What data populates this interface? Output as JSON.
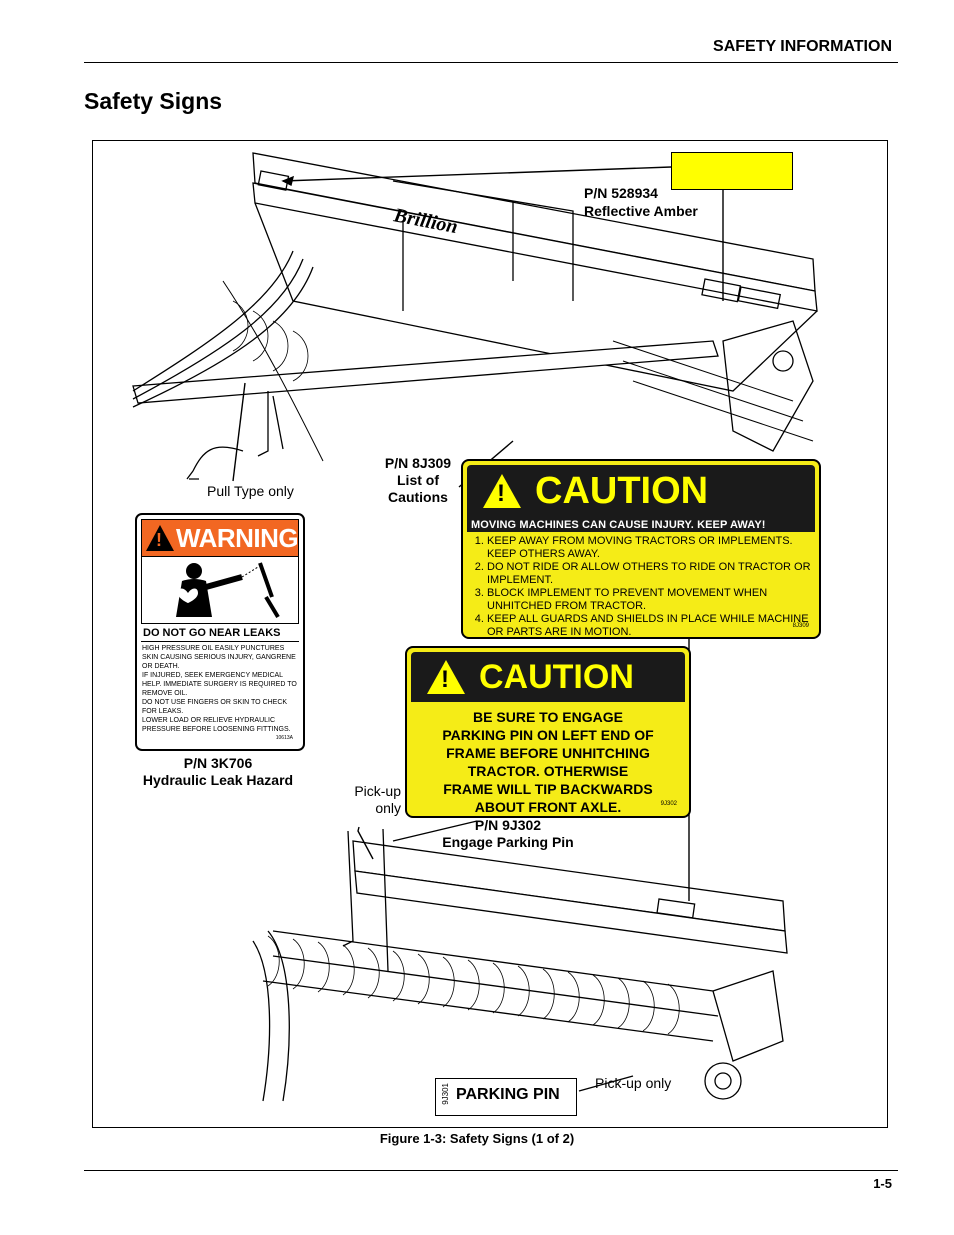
{
  "header": {
    "section": "SAFETY INFORMATION"
  },
  "page_title": "Safety Signs",
  "figure": {
    "labels": {
      "amber_pn": "P/N 528934",
      "amber_desc": "Reflective Amber",
      "list_pn": "P/N 8J309",
      "list_l1": "List of",
      "list_l2": "Cautions",
      "pull_type": "Pull Type only",
      "warn_pn": "P/N 3K706",
      "warn_desc": "Hydraulic Leak Hazard",
      "pickup_top_l1": "Pick-up",
      "pickup_top_l2": "only",
      "park_pn": "P/N 9J302",
      "park_desc": "Engage Parking Pin",
      "pickup_bottom": "Pick-up only",
      "brand": "Brillion"
    },
    "caution_list": {
      "title": "CAUTION",
      "headline": "MOVING MACHINES CAN CAUSE INJURY.    KEEP AWAY!",
      "items": [
        "KEEP AWAY FROM MOVING TRACTORS OR IMPLEMENTS. KEEP OTHERS AWAY.",
        "DO NOT RIDE OR ALLOW OTHERS TO RIDE ON TRACTOR OR IMPLEMENT.",
        "BLOCK IMPLEMENT TO PREVENT MOVEMENT WHEN UNHITCHED FROM TRACTOR.",
        "KEEP ALL GUARDS AND SHIELDS IN PLACE WHILE MACHINE OR PARTS ARE IN MOTION."
      ],
      "code": "8J309"
    },
    "caution_parking": {
      "title": "CAUTION",
      "l1": "BE SURE TO ENGAGE",
      "l2": "PARKING PIN ON LEFT END OF",
      "l3": "FRAME BEFORE UNHITCHING",
      "l4": "TRACTOR.  OTHERWISE",
      "l5": "FRAME WILL TIP BACKWARDS",
      "l6": "ABOUT FRONT AXLE.",
      "code": "9J302"
    },
    "warning": {
      "title": "WARNING",
      "subtitle": "DO NOT GO NEAR LEAKS",
      "p1": "HIGH PRESSURE OIL EASILY PUNCTURES SKIN CAUSING SERIOUS INJURY, GANGRENE OR DEATH.",
      "p2": "IF INJURED, SEEK EMERGENCY MEDICAL HELP. IMMEDIATE SURGERY IS REQUIRED TO REMOVE OIL.",
      "p3": "DO NOT USE FINGERS OR SKIN TO CHECK FOR LEAKS.",
      "p4": "LOWER LOAD OR RELIEVE HYDRAULIC PRESSURE BEFORE LOOSENING FITTINGS.",
      "code": "10613A"
    },
    "parking_pin": {
      "code": "9J301",
      "label": "PARKING PIN"
    },
    "colors": {
      "amber": "#ffff00",
      "caution_yellow": "#f5ec17",
      "warning_orange": "#f26722"
    }
  },
  "caption": "Figure 1-3:  Safety Signs (1 of 2)",
  "footer": {
    "page": "1-5"
  }
}
